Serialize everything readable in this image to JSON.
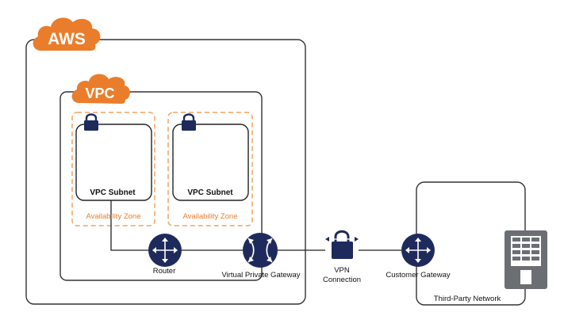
{
  "labels": {
    "aws": "AWS",
    "vpc": "VPC",
    "subnet_1": "VPC Subnet",
    "subnet_2": "VPC Subnet",
    "az_1": "Availability Zone",
    "az_2": "Availability Zone",
    "router": "Router",
    "vpg": "Virtual Private Gateway",
    "vpn_line1": "VPN",
    "vpn_line2": "Connection",
    "customer_gateway": "Customer Gateway",
    "third_party": "Third-Party Network"
  },
  "colors": {
    "aws_orange": "#ea7d2b",
    "az_dashed": "#f0a35e",
    "navy": "#1f2a5c",
    "line": "#222222",
    "server_gray": "#6b6f73"
  },
  "icons": [
    "cloud-icon",
    "lock-icon",
    "router-icon",
    "gateway-icon",
    "vpn-lock-icon",
    "server-icon"
  ]
}
